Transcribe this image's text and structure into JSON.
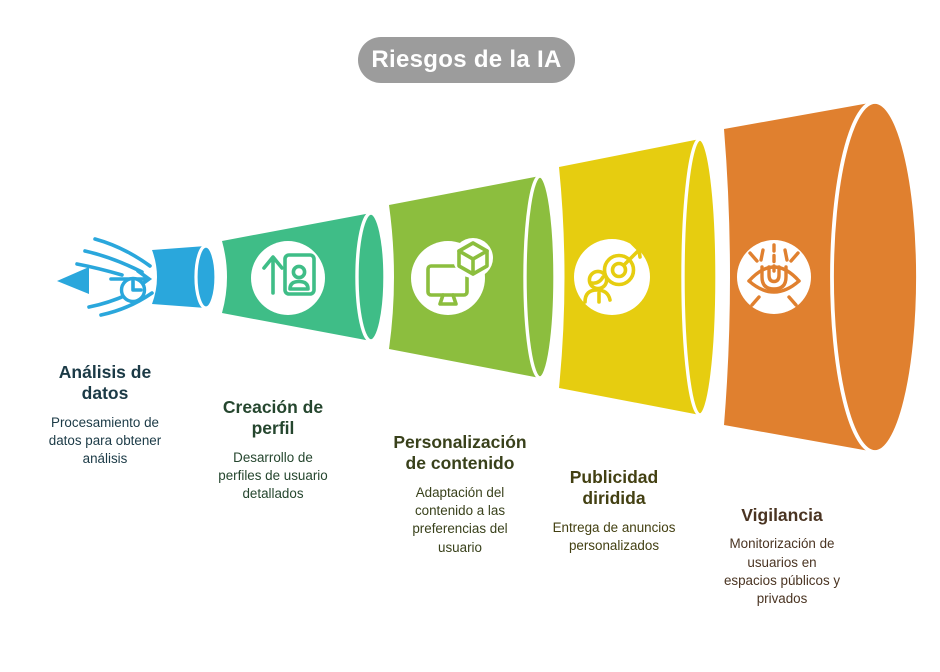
{
  "background": "#FFFFFF",
  "title": {
    "label": "Riesgos de la IA",
    "bg": "#9C9C9C",
    "text_color": "#FFFFFF"
  },
  "stages": [
    {
      "name": "Análisis de datos",
      "title": "Análisis de\ndatos",
      "description": "Procesamiento de\ndatos para obtener\nanálisis",
      "color": "#2AA7DC",
      "text_color": "#1B3A46",
      "icon": "data-flow-clock-icon"
    },
    {
      "name": "Creación de perfil",
      "title": "Creación de\nperfil",
      "description": "Desarrollo de\nperfiles de usuario\ndetallados",
      "color": "#3FBD87",
      "text_color": "#25462E",
      "icon": "profile-upload-icon"
    },
    {
      "name": "Personalización de contenido",
      "title": "Personalización\nde contenido",
      "description": "Adaptación del\ncontenido a las\npreferencias del\nusuario",
      "color": "#8CBE3E",
      "text_color": "#39411B",
      "icon": "monitor-cube-icon"
    },
    {
      "name": "Publicidad diridida",
      "title": "Publicidad\ndiridida",
      "description": "Entrega de anuncios\npersonalizados",
      "color": "#E6CD10",
      "text_color": "#434012",
      "icon": "audience-target-icon"
    },
    {
      "name": "Vigilancia",
      "title": "Vigilancia",
      "description": "Monitorización de\nusuarios en\nespacios públicos y\nprivados",
      "color": "#E0802F",
      "text_color": "#4A3422",
      "icon": "surveillance-eye-icon"
    }
  ]
}
